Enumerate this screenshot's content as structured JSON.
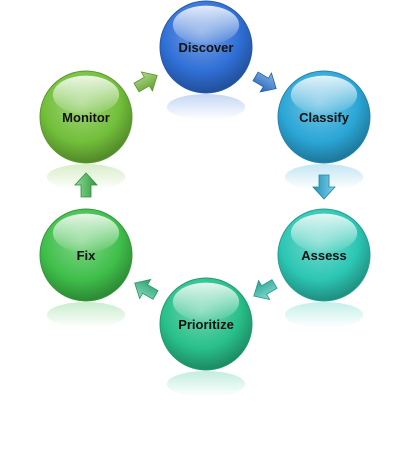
{
  "diagram": {
    "type": "cycle",
    "nodes": [
      {
        "id": "discover",
        "label": "Discover",
        "color": "#2f6fd6"
      },
      {
        "id": "classify",
        "label": "Classify",
        "color": "#2aa6d6"
      },
      {
        "id": "assess",
        "label": "Assess",
        "color": "#2cc6b4"
      },
      {
        "id": "prioritize",
        "label": "Prioritize",
        "color": "#28c08a"
      },
      {
        "id": "fix",
        "label": "Fix",
        "color": "#3fbf4a"
      },
      {
        "id": "monitor",
        "label": "Monitor",
        "color": "#72bf3a"
      }
    ],
    "edges": [
      {
        "from": "discover",
        "to": "classify",
        "color": "#2f7fe0"
      },
      {
        "from": "classify",
        "to": "assess",
        "color": "#2ab4e0"
      },
      {
        "from": "assess",
        "to": "prioritize",
        "color": "#35c9b8"
      },
      {
        "from": "prioritize",
        "to": "fix",
        "color": "#35c48c"
      },
      {
        "from": "fix",
        "to": "monitor",
        "color": "#40c04f"
      },
      {
        "from": "monitor",
        "to": "discover",
        "color": "#7cc43c"
      }
    ]
  }
}
